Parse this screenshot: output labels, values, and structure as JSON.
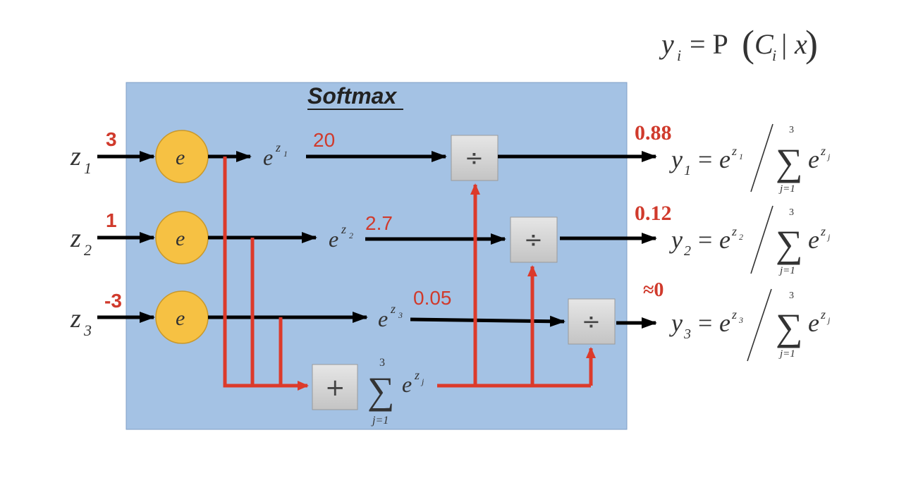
{
  "title": "Softmax",
  "header_formula": {
    "lhs": "y",
    "lhs_sub": "i",
    "rhs": "= P",
    "arg": "C",
    "arg_sub": "i",
    "cond": "| x"
  },
  "neuron_symbol": "e",
  "sum_symbol": "∑",
  "sum_upper": "3",
  "sum_lower": "j=1",
  "exp_base": "e",
  "exp_sum_sup": "z",
  "exp_sum_sub": "j",
  "plus_symbol": "+",
  "divide_symbol": "÷",
  "inputs": [
    {
      "var": "z",
      "sub": "1",
      "value": "3",
      "exp_value": "20",
      "prob": "0.88",
      "out_var": "y",
      "out_sub": "1"
    },
    {
      "var": "z",
      "sub": "2",
      "value": "1",
      "exp_value": "2.7",
      "prob": "0.12",
      "out_var": "y",
      "out_sub": "2"
    },
    {
      "var": "z",
      "sub": "3",
      "value": "-3",
      "exp_value": "0.05",
      "prob": "≈0",
      "out_var": "y",
      "out_sub": "3"
    }
  ],
  "colors": {
    "panel": "#a4c2e4",
    "neuron": "#f6c143",
    "arrow_black": "#000000",
    "arrow_red": "#dc3a2b",
    "label_red": "#d03a2c"
  }
}
